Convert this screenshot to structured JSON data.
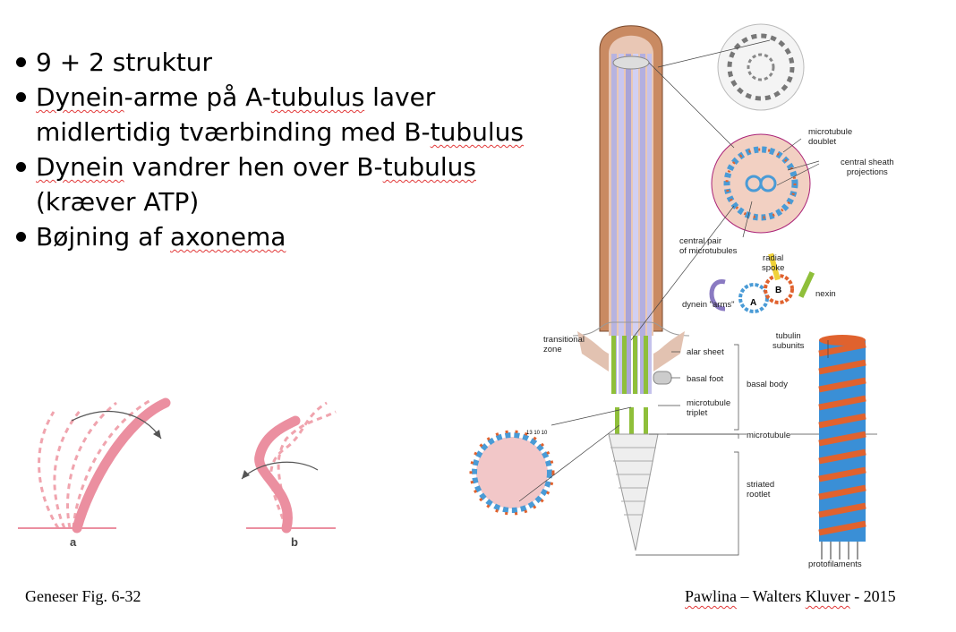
{
  "slide": {
    "bullets": [
      {
        "parts": [
          {
            "t": "9 + 2 struktur",
            "s": false
          }
        ]
      },
      {
        "parts": [
          {
            "t": "Dynein",
            "s": true
          },
          {
            "t": "-arme på A-",
            "s": false
          },
          {
            "t": "tubulus",
            "s": true
          },
          {
            "t": " laver",
            "s": false
          }
        ]
      },
      {
        "parts": [
          {
            "t": "midlertidig tværbinding med B-",
            "s": false
          },
          {
            "t": "tubulus",
            "s": true
          }
        ],
        "cont": true
      },
      {
        "parts": [
          {
            "t": "Dynein",
            "s": true
          },
          {
            "t": " vandrer hen over B-",
            "s": false
          },
          {
            "t": "tubulus",
            "s": true
          }
        ]
      },
      {
        "parts": [
          {
            "t": "(kræver ATP)",
            "s": false
          }
        ],
        "cont": true
      },
      {
        "parts": [
          {
            "t": "Bøjning af ",
            "s": false
          },
          {
            "t": "axonema",
            "s": true
          }
        ]
      }
    ],
    "ref_left": "Geneser Fig. 6-32",
    "ref_right_a": "Pawlina",
    "ref_right_b": " – Walters ",
    "ref_right_c": "Kluver",
    "ref_right_d": " - 2015"
  },
  "bending_figure": {
    "label_a": "a",
    "label_b": "b"
  },
  "cilium_labels": {
    "microtubule_doublet": "microtubule\ndoublet",
    "central_sheath": "central sheath\nprojections",
    "central_pair": "central pair\nof microtubules",
    "radial_spoke": "radial\nspoke",
    "nexin": "nexin",
    "dynein_arms": "dynein \"arms\"",
    "tubulin_subunits": "tubulin\nsubunits",
    "transitional_zone": "transitional\nzone",
    "alar_sheet": "alar sheet",
    "basal_foot": "basal foot",
    "basal_body": "basal body",
    "microtubule_triplet": "microtubule\ntriplet",
    "microtubule": "microtubule",
    "striated_rootlet": "striated\nrootlet",
    "protofilaments": "protofilaments",
    "tubule_a": "A",
    "tubule_b": "B",
    "triplet_nums": "13  10  10"
  },
  "colors": {
    "squiggle": "#e23a3a",
    "pink": "#f0a4ae",
    "brown": "#8e5a3c",
    "tubule_blue": "#3a8fd6",
    "tubule_orange": "#e0622e",
    "green": "#8fbf3a"
  }
}
